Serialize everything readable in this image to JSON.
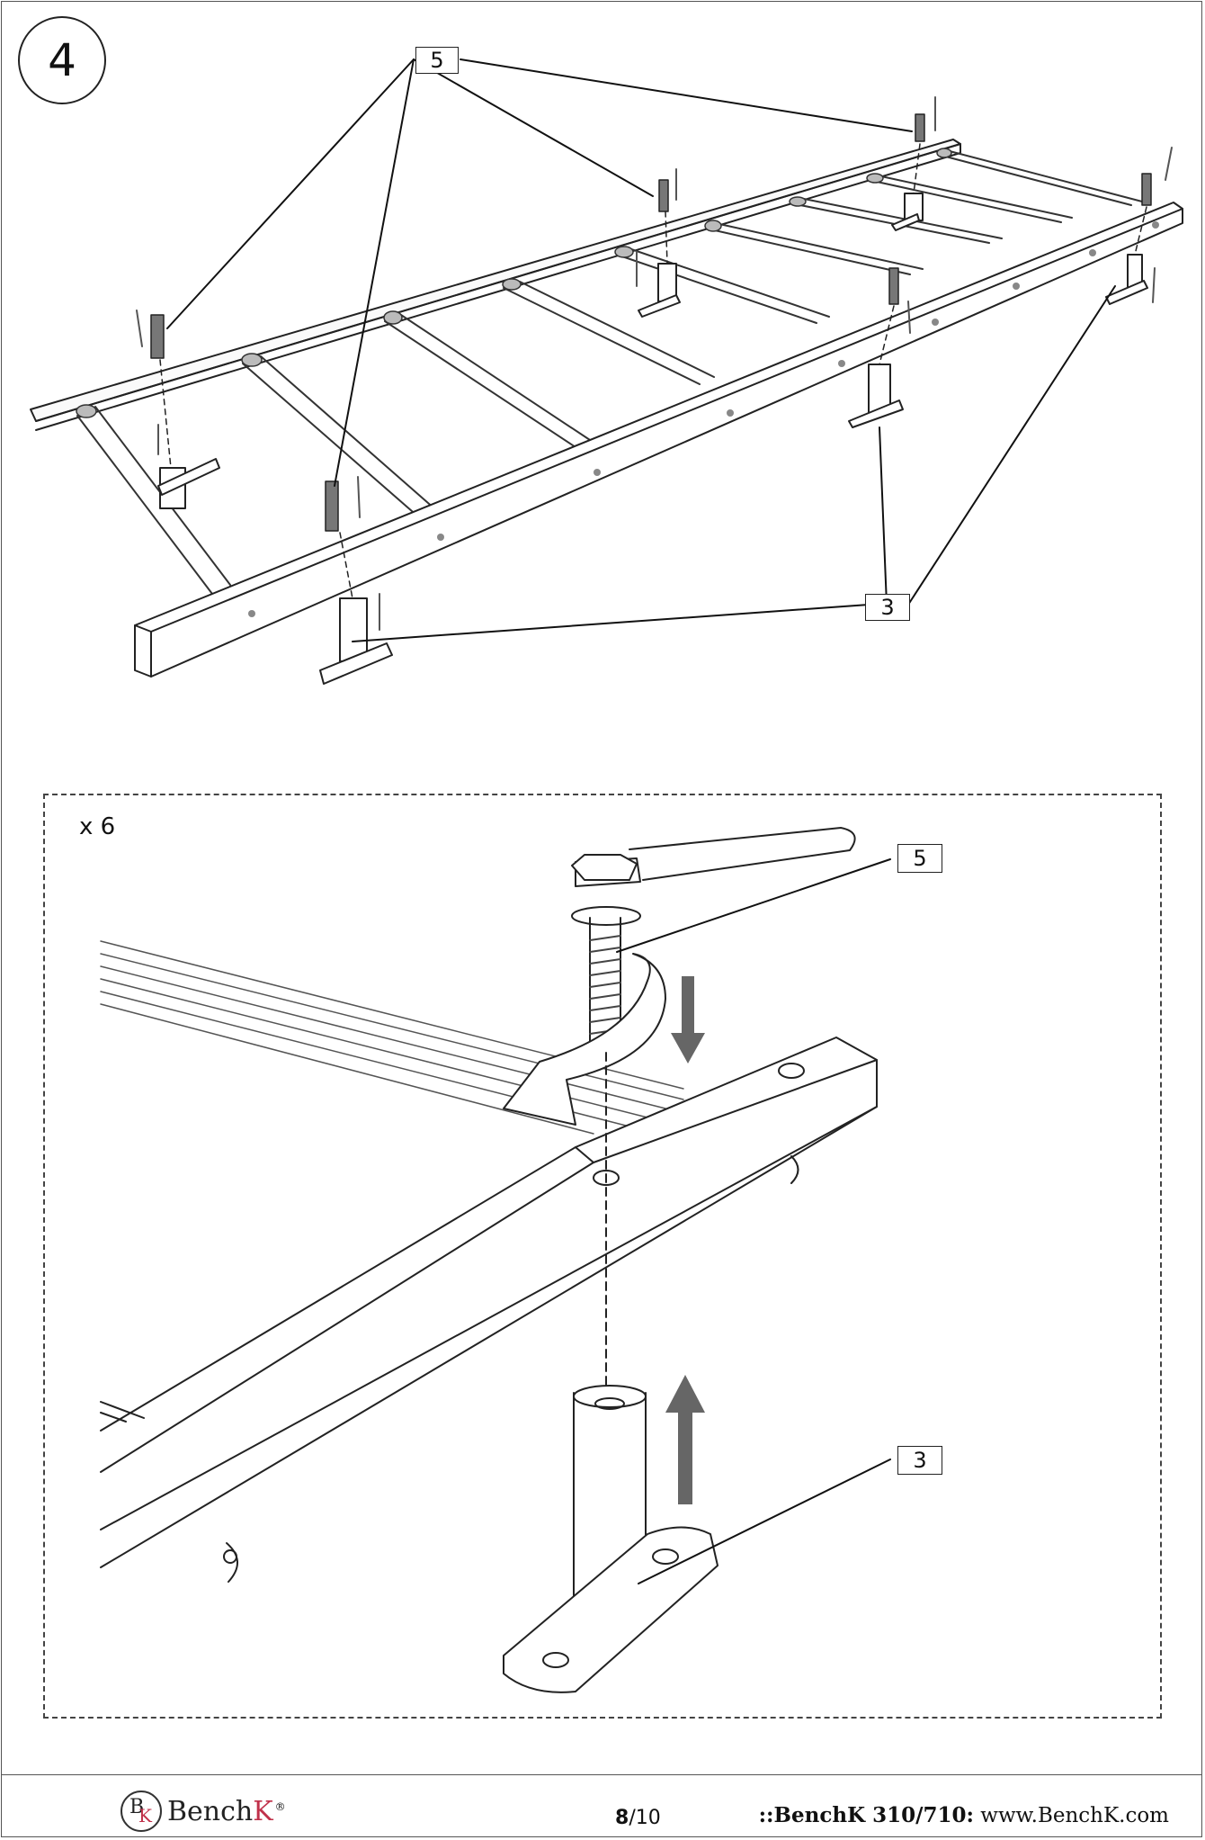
{
  "step": {
    "number": "4"
  },
  "callouts": {
    "top_bolt": "5",
    "top_post": "3",
    "detail_bolt": "5",
    "detail_post": "3"
  },
  "detail": {
    "quantity": "x 6"
  },
  "footer": {
    "brand_b": "B",
    "brand_k": "K",
    "brand_name_main": "Bench",
    "brand_name_k": "K",
    "registered": "®",
    "page_current": "8",
    "page_total": "/10",
    "model": "::BenchK 310/710:",
    "website": "www.BenchK.com"
  },
  "colors": {
    "accent": "#c0314a",
    "line": "#222222",
    "arrow_fill": "#666666"
  }
}
